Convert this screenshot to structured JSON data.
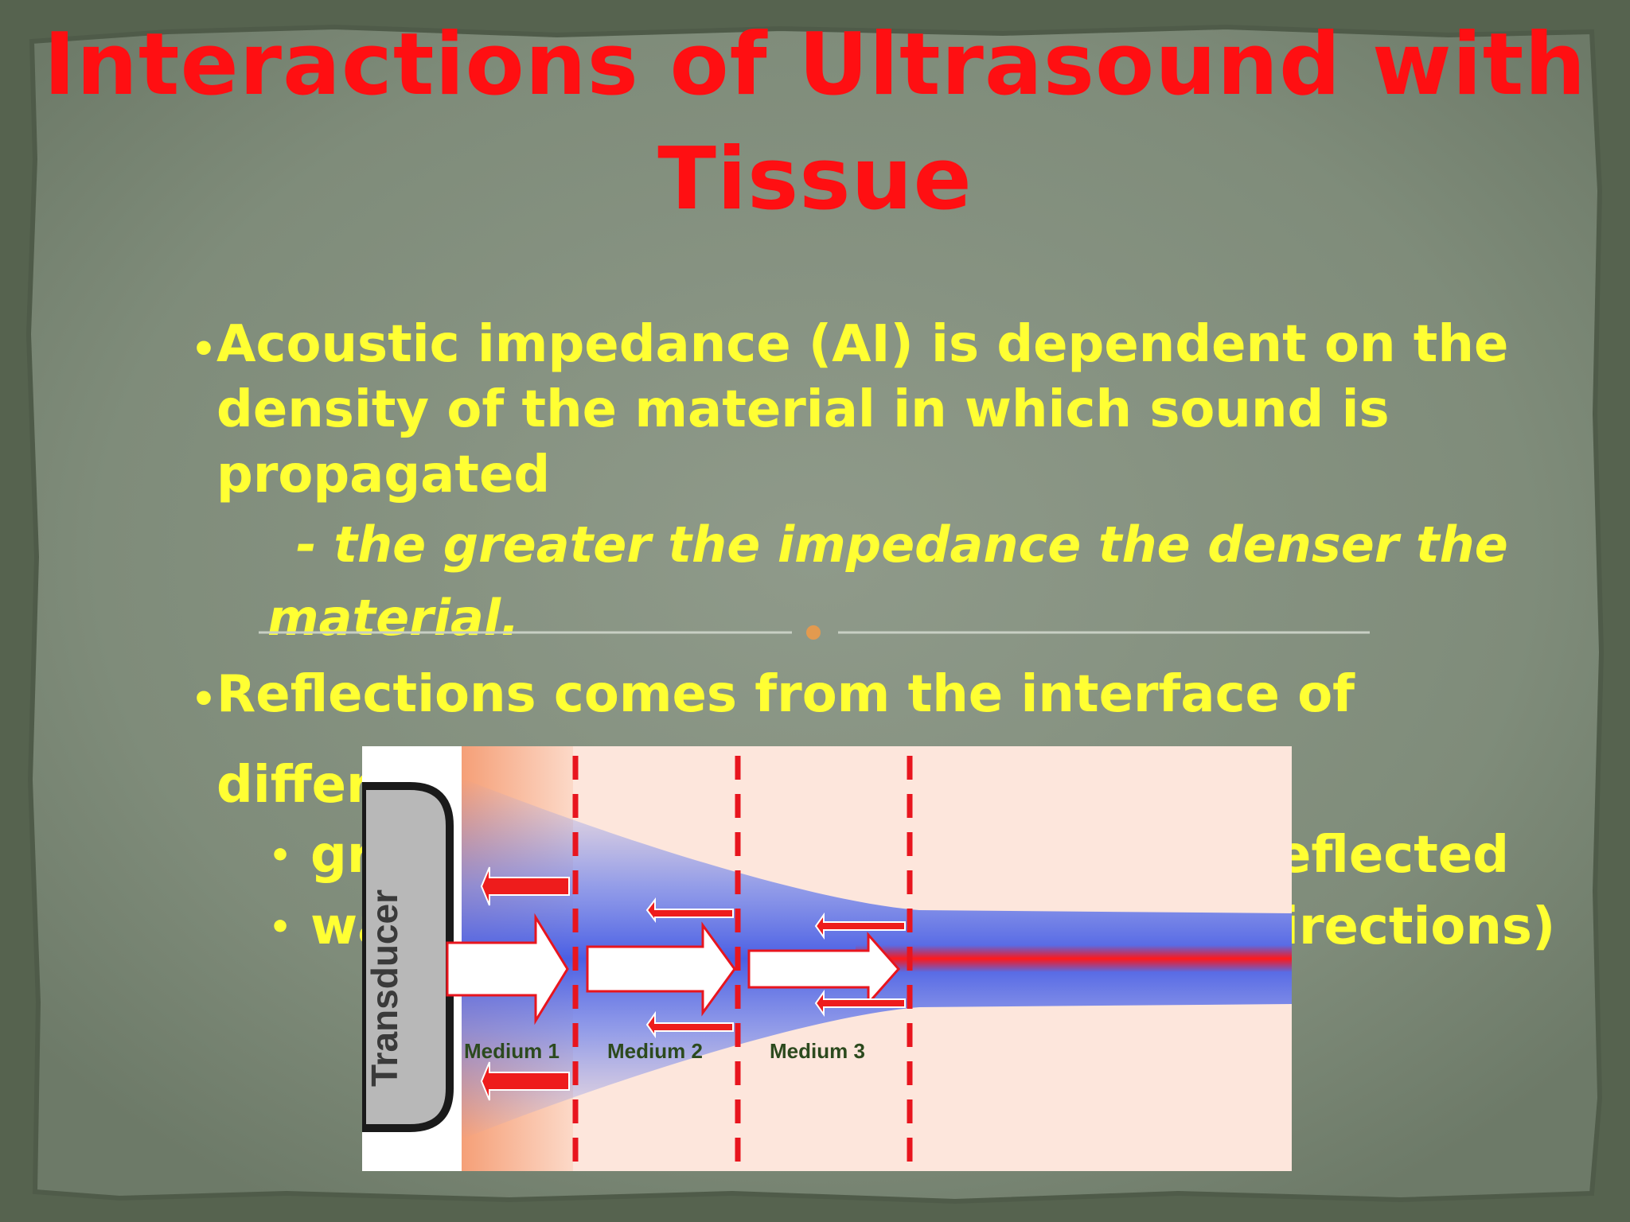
{
  "slide": {
    "title_line1": "Interactions of Ultrasound with",
    "title_line2": "Tissue",
    "bullet1_line1": "Acoustic impedance (AI) is dependent on the",
    "bullet1_line2": "density of the material in which sound is",
    "bullet1_line3": "propagated",
    "sub1_line1": "- the greater the impedance the denser the",
    "sub1_line2": "material.",
    "bullet2_line1": "Reflections comes from the interface of",
    "bullet2_line2_visible": "differ",
    "sub2a_visible_left": "gr",
    "sub2a_visible_right": "eflected",
    "sub2b_visible_left": "wa",
    "sub2b_visible_right": "irections)",
    "bullet_char": "•"
  },
  "diagram": {
    "transducer_label": "Transducer",
    "medium_labels": [
      "Medium 1",
      "Medium 2",
      "Medium 3"
    ],
    "colors": {
      "arrow_red": "#ee1c1c",
      "boundary_red": "#e8151e",
      "beam_blue": "#5a6fe6",
      "beam_core_red": "#ff1a1a",
      "medium1_tint": "#f6a37c",
      "medium_bg": "#fde6dc",
      "label_text": "#2c4a1e"
    }
  }
}
